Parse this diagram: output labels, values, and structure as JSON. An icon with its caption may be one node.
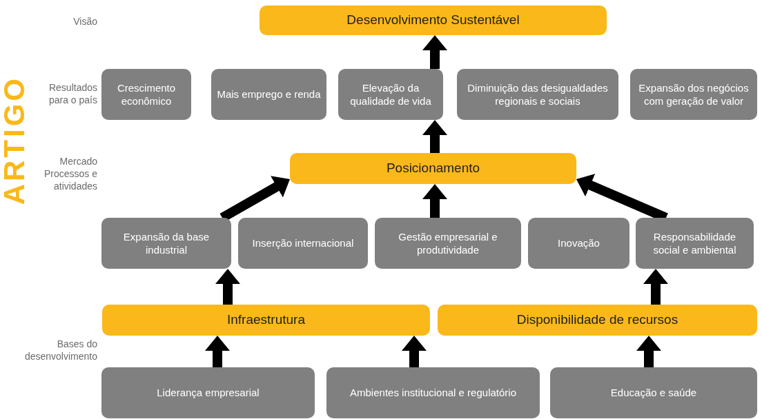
{
  "diagram": {
    "nodes": [
      {
        "text": [
          "Desenvolvimento Sustentável"
        ]
      },
      {
        "text": [
          "Crescimento econômico"
        ]
      },
      {
        "text": [
          "Mais emprego e renda"
        ]
      },
      {
        "text": [
          "Elevação da qualidade de vida"
        ]
      },
      {
        "text": [
          "Diminuição das desigualdades regionais e sociais"
        ]
      },
      {
        "text": [
          "Expansão dos negócios com geração de valor"
        ]
      },
      {
        "text": [
          "Posicionamento"
        ]
      },
      {
        "text": [
          "Expansão da base industrial"
        ]
      },
      {
        "text": [
          "Inserção internacional"
        ]
      },
      {
        "text": [
          "Gestão empresarial e produtividade"
        ]
      },
      {
        "text": [
          "Inovação"
        ]
      },
      {
        "text": [
          "Responsabilidade social e ambiental"
        ]
      },
      {
        "text": [
          "Infraestrutura"
        ]
      },
      {
        "text": [
          "Disponibilidade de recursos"
        ]
      },
      {
        "text": [
          "Liderança empresarial"
        ]
      },
      {
        "text": [
          "Ambientes institucional e regulatório"
        ]
      },
      {
        "text": [
          "Educação e saúde"
        ]
      }
    ],
    "edges": [
      {
        "from": 3,
        "to": 0,
        "arrow": "to"
      },
      {
        "from": 6,
        "to": 3,
        "arrow": "to"
      },
      {
        "from": 7,
        "to": 6,
        "arrow": "to"
      },
      {
        "from": 9,
        "to": 6,
        "arrow": "to"
      },
      {
        "from": 11,
        "to": 6,
        "arrow": "to"
      },
      {
        "from": 12,
        "to": 7,
        "arrow": "to"
      },
      {
        "from": 13,
        "to": 11,
        "arrow": "to"
      },
      {
        "from": 14,
        "to": 12,
        "arrow": "to"
      },
      {
        "from": 15,
        "to": 12,
        "arrow": "to"
      },
      {
        "from": 16,
        "to": 13,
        "arrow": "to"
      }
    ],
    "labels": [
      "ARTIGO",
      "Visão",
      "Resultados para o país",
      "Mercado Processos e atividades",
      "Bases do desenvolvimento"
    ]
  }
}
